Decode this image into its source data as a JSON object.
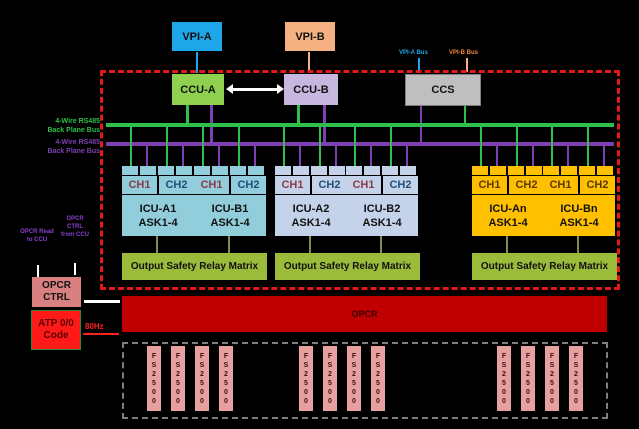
{
  "top": {
    "vpi_a": "VPI-A",
    "vpi_b": "VPI-B",
    "ccu_a": "CCU-A",
    "ccu_b": "CCU-B",
    "ccs": "CCS",
    "vpi_a_bus": "VPI-A Bus",
    "vpi_b_bus": "VPI-B Bus"
  },
  "buses": {
    "green_label_1": "4-Wire RS485",
    "green_label_2": "Back Plane Bus",
    "purple_label_1": "4-Wire RS485",
    "purple_label_2": "Back Plane Bus"
  },
  "colors": {
    "green_bus": "#2fbf4a",
    "purple_bus": "#7d3fb3",
    "red_boundary": "#e31a1a",
    "icu_blue": "#92cddc",
    "icu_lavender": "#c5d3ea",
    "icu_yellow": "#ffc000",
    "relay_green": "#9bbb3b",
    "opcr_red": "#c00000"
  },
  "icus": [
    {
      "name": "ICU-A1",
      "sub": "ASK1-4",
      "ch1": "CH1",
      "ch2": "CH2"
    },
    {
      "name": "ICU-B1",
      "sub": "ASK1-4",
      "ch1": "CH1",
      "ch2": "CH2"
    },
    {
      "name": "ICU-A2",
      "sub": "ASK1-4",
      "ch1": "CH1",
      "ch2": "CH2"
    },
    {
      "name": "ICU-B2",
      "sub": "ASK1-4",
      "ch1": "CH1",
      "ch2": "CH2"
    },
    {
      "name": "ICU-An",
      "sub": "ASK1-4",
      "ch1": "CH1",
      "ch2": "CH2"
    },
    {
      "name": "ICU-Bn",
      "sub": "ASK1-4",
      "ch1": "CH1",
      "ch2": "CH2"
    }
  ],
  "relays": [
    "Output Safety Relay Matrix",
    "Output Safety Relay Matrix",
    "Output Safety Relay Matrix"
  ],
  "left": {
    "opcr_read": "OPCR Read to CCU",
    "opcr_ctrl_from": "OPCR CTRL from CCU",
    "opcr_ctrl": "OPCR CTRL",
    "atp": "ATP 0/0 Code",
    "freq": "80Hz"
  },
  "opcr": "OPCR",
  "fs_label": "FS2500",
  "fs_count": 12
}
